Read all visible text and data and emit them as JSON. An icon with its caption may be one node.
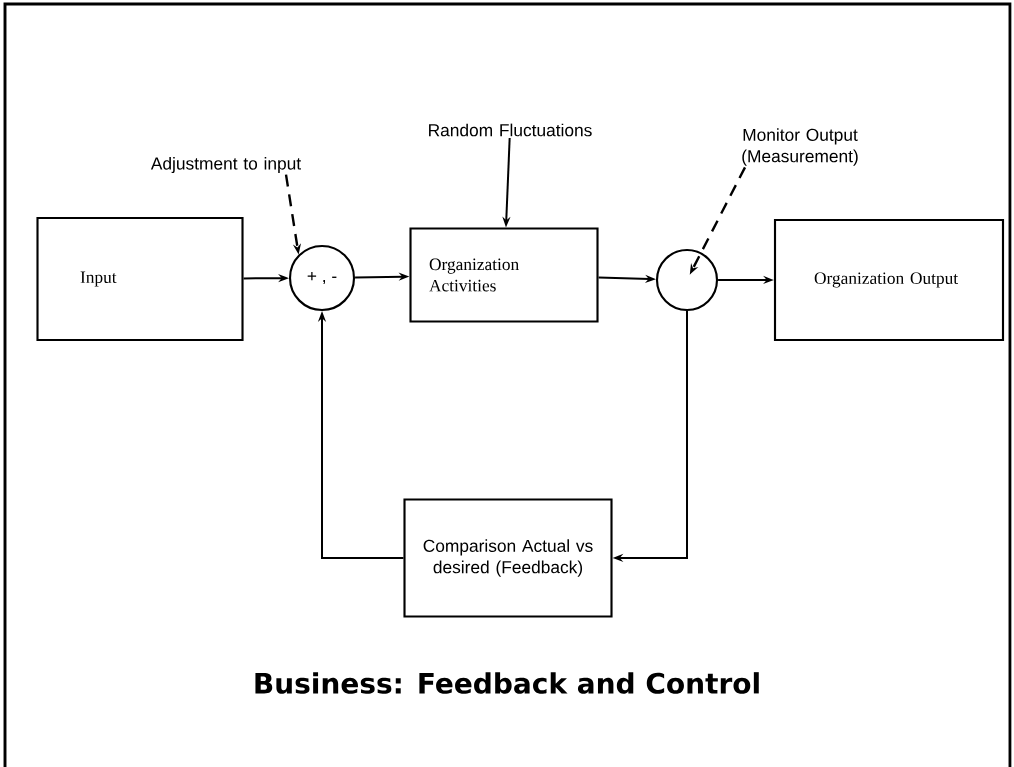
{
  "diagram": {
    "caption": "Business: Feedback and Control",
    "nodes": [
      {
        "text": [
          "Input"
        ]
      },
      {
        "text": [
          "+ , -"
        ]
      },
      {
        "text": [
          "Organization Activities"
        ]
      },
      {
        "text": [],
        "shape": "circle"
      },
      {
        "text": [
          "Organization Output"
        ]
      },
      {
        "text": [
          "Comparison Actual vs desired (Feedback)"
        ]
      },
      {
        "text": [
          "Adjustment to input"
        ]
      },
      {
        "text": [
          "Random Fluctuations"
        ]
      },
      {
        "text": [
          "Monitor Output (Measurement)"
        ]
      }
    ],
    "edges": [
      {
        "from": 0,
        "to": 1,
        "arrow": "to"
      },
      {
        "from": 1,
        "to": 2,
        "arrow": "to"
      },
      {
        "from": 2,
        "to": 3,
        "arrow": "to"
      },
      {
        "from": 3,
        "to": 4,
        "arrow": "to"
      },
      {
        "from": 3,
        "to": 5,
        "arrow": "to"
      },
      {
        "from": 5,
        "to": 1,
        "arrow": "to"
      },
      {
        "from": 6,
        "to": 1,
        "arrow": "to",
        "style": "dashed"
      },
      {
        "from": 7,
        "to": 2,
        "arrow": "to"
      },
      {
        "from": 8,
        "to": 3,
        "arrow": "to",
        "style": "dashed"
      }
    ]
  }
}
